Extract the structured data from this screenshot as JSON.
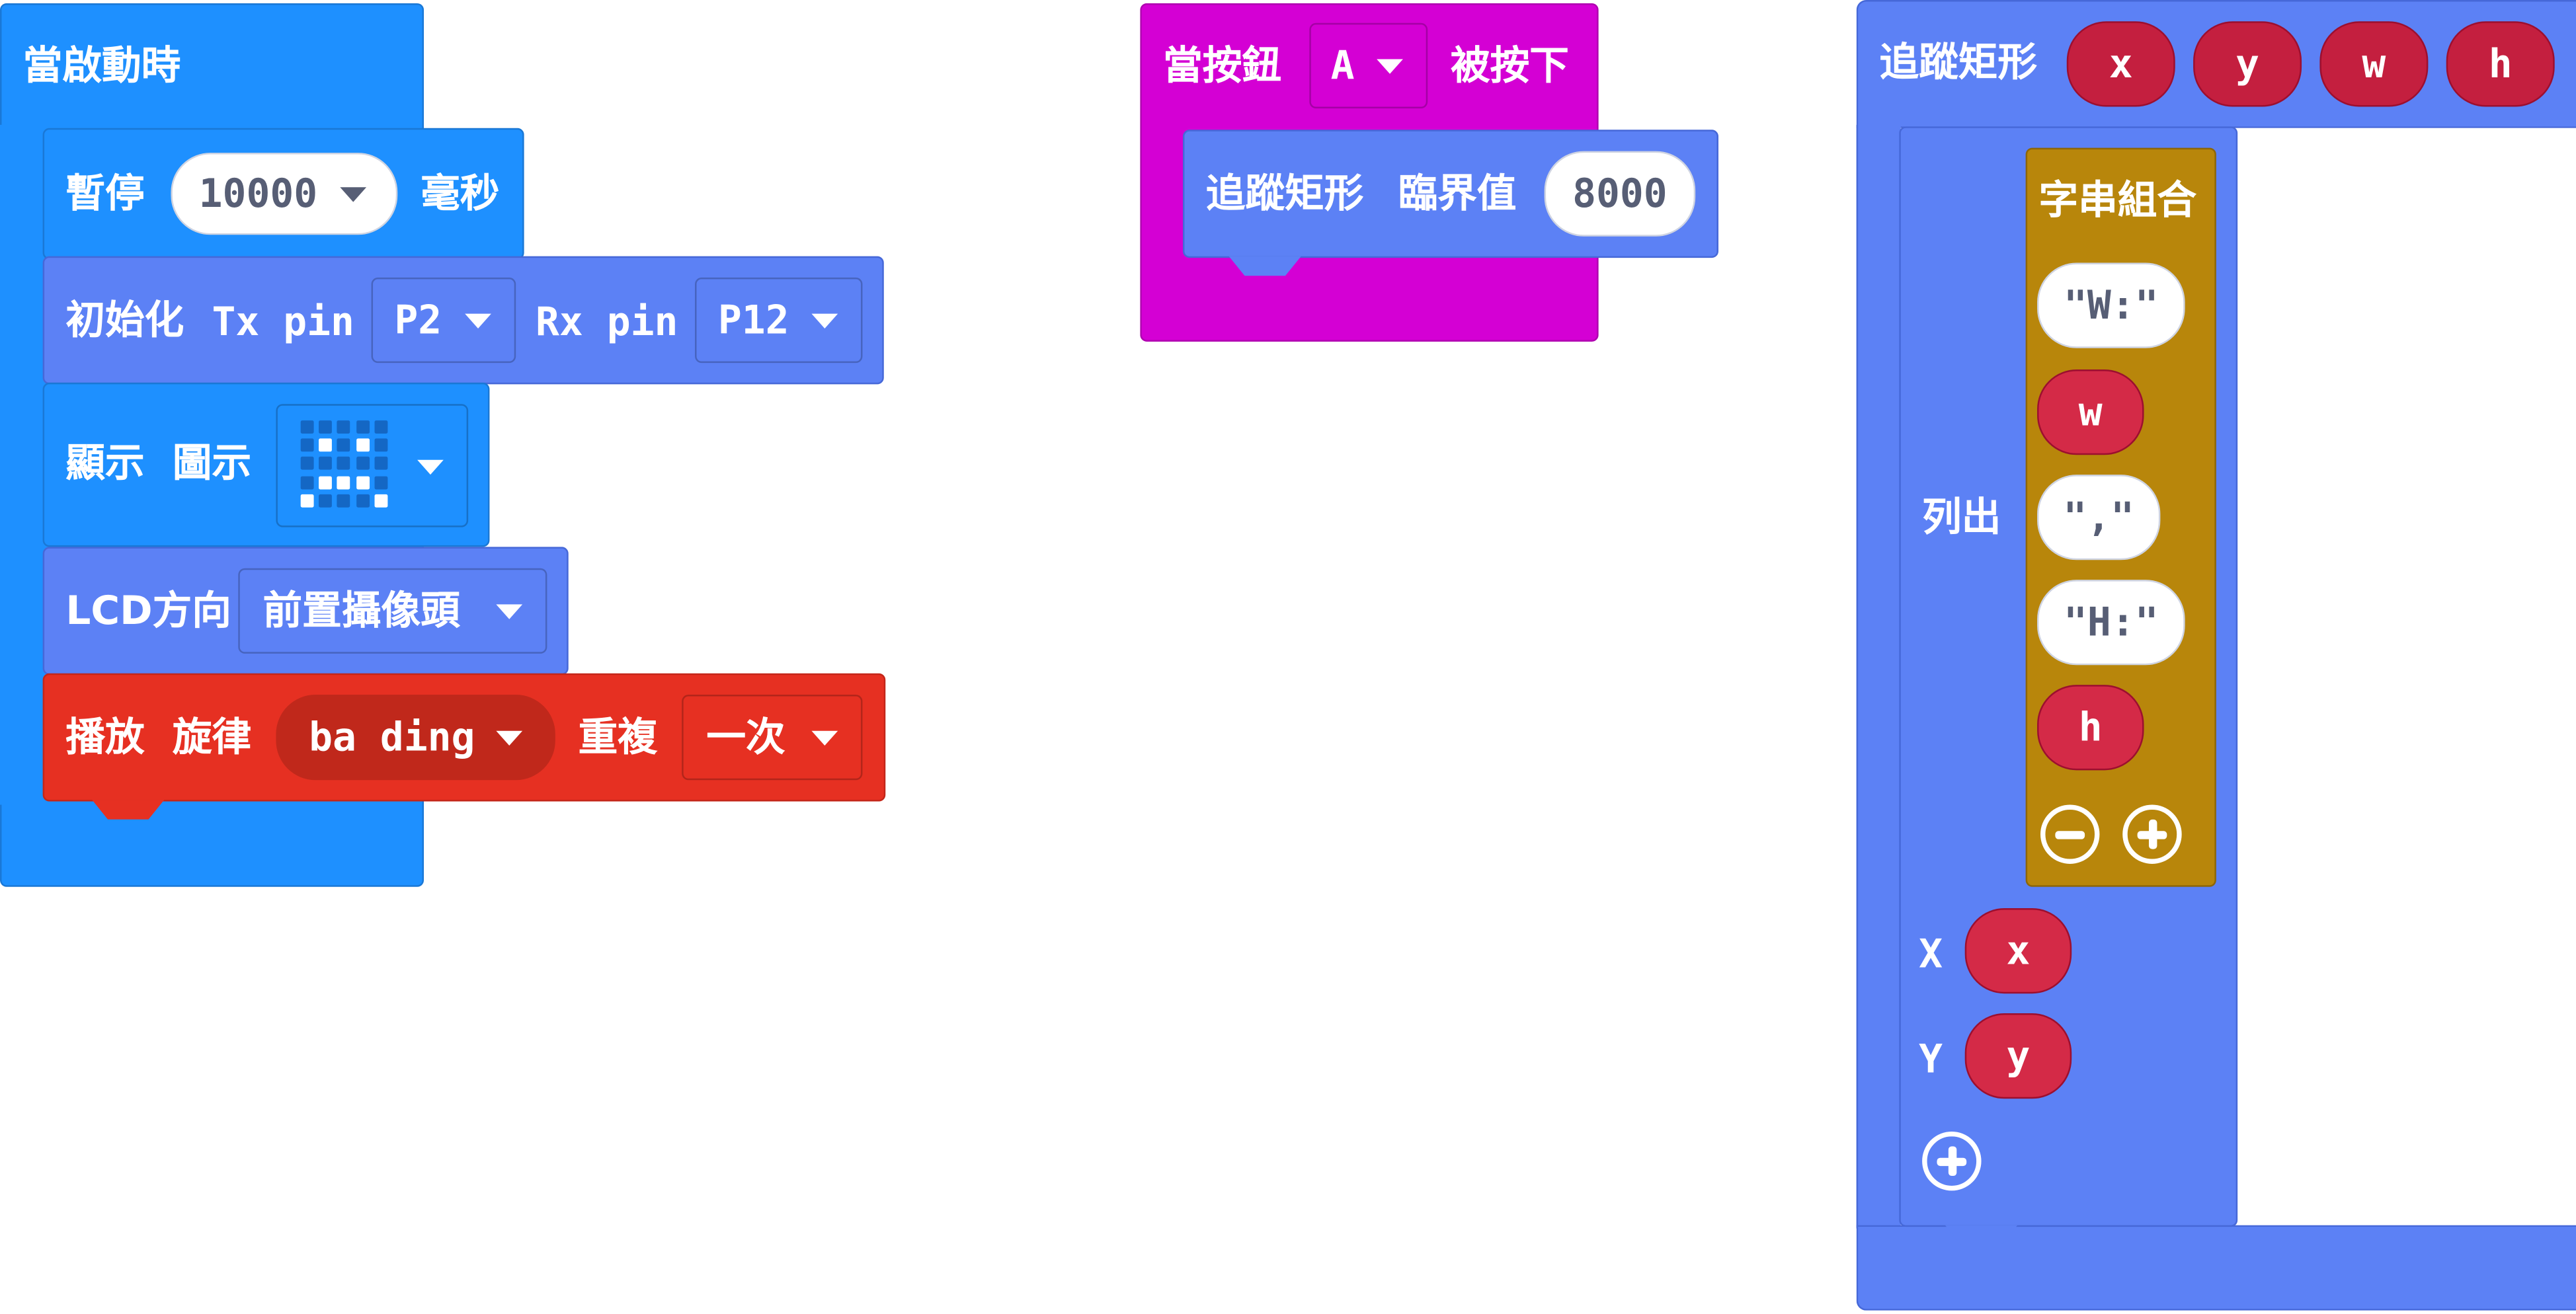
{
  "colors": {
    "basic": "#1e90ff",
    "hlens": "#5c81f5",
    "music": "#e63022",
    "input": "#d400d4",
    "text": "#b8860b",
    "variable": "#d42a47"
  },
  "on_start": {
    "hat_label": "當啟動時",
    "pause": {
      "label": "暫停",
      "value": "10000",
      "unit": "毫秒"
    },
    "init": {
      "label": "初始化",
      "tx_label": "Tx pin",
      "tx_value": "P2",
      "rx_label": "Rx pin",
      "rx_value": "P12"
    },
    "show": {
      "label": "顯示",
      "sub_label": "圖示"
    },
    "lcd": {
      "label": "LCD方向",
      "value": "前置攝像頭"
    },
    "play": {
      "label": "播放",
      "sub_label": "旋律",
      "melody": "ba ding",
      "repeat_label": "重複",
      "repeat_value": "一次"
    }
  },
  "on_button": {
    "prefix": "當按鈕",
    "button": "A",
    "suffix": "被按下",
    "threshold": {
      "label": "追蹤矩形",
      "sub_label": "臨界值",
      "value": "8000"
    }
  },
  "track_rect": {
    "hat_label": "追蹤矩形",
    "params": [
      "x",
      "y",
      "w",
      "h"
    ],
    "list_label": "列出",
    "join_label": "字串組合",
    "join_items": [
      {
        "kind": "string",
        "value": "W:"
      },
      {
        "kind": "variable",
        "value": "w"
      },
      {
        "kind": "string",
        "value": ","
      },
      {
        "kind": "string",
        "value": "H:"
      },
      {
        "kind": "variable",
        "value": "h"
      }
    ],
    "x_label": "X",
    "x_value": "x",
    "y_label": "Y",
    "y_value": "y"
  },
  "icon_pattern": [
    [
      0,
      0,
      0,
      0,
      0
    ],
    [
      0,
      1,
      0,
      1,
      0
    ],
    [
      0,
      0,
      0,
      0,
      0
    ],
    [
      0,
      1,
      1,
      1,
      0
    ],
    [
      1,
      0,
      0,
      0,
      1
    ]
  ]
}
